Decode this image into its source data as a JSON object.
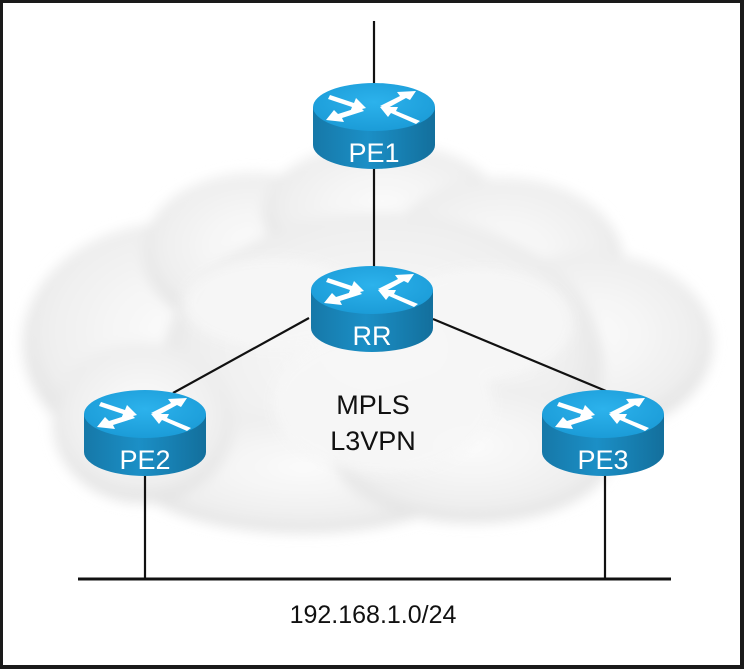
{
  "diagram": {
    "cloud_label_line1": "MPLS",
    "cloud_label_line2": "L3VPN",
    "subnet_label": "192.168.1.0/24",
    "routers": [
      {
        "id": "PE1",
        "label": "PE1"
      },
      {
        "id": "RR",
        "label": "RR"
      },
      {
        "id": "PE2",
        "label": "PE2"
      },
      {
        "id": "PE3",
        "label": "PE3"
      }
    ],
    "links": [
      {
        "from": "uplink",
        "to": "PE1"
      },
      {
        "from": "PE1",
        "to": "RR"
      },
      {
        "from": "RR",
        "to": "PE2"
      },
      {
        "from": "RR",
        "to": "PE3"
      },
      {
        "from": "PE2",
        "to": "LAN 192.168.1.0/24"
      },
      {
        "from": "PE3",
        "to": "LAN 192.168.1.0/24"
      }
    ],
    "colors": {
      "router_top": "#1fa4de",
      "router_side": "#1889c0",
      "router_text": "#ffffff",
      "link": "#111111",
      "cloud": "#eeeeee"
    }
  }
}
